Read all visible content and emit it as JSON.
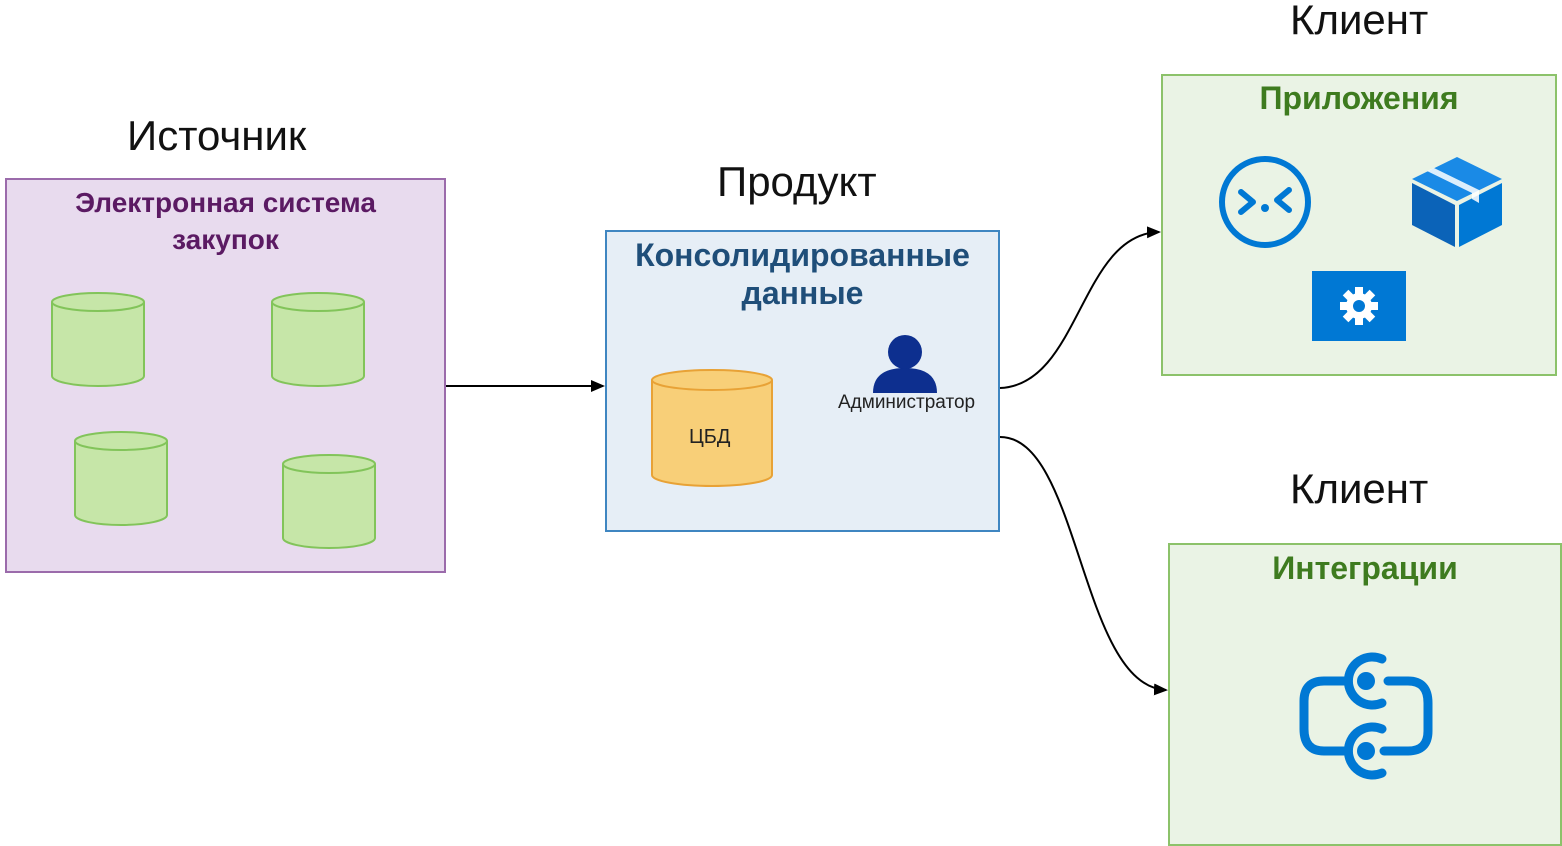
{
  "headings": {
    "source": "Источник",
    "product": "Продукт",
    "client_top": "Клиент",
    "client_bottom": "Клиент"
  },
  "source_box": {
    "title_line1": "Электронная система",
    "title_line2": "закупок",
    "databases": [
      "database-icon",
      "database-icon",
      "database-icon",
      "database-icon"
    ]
  },
  "product_box": {
    "title_line1": "Консолидированные",
    "title_line2": "данные",
    "database_label": "ЦБД",
    "admin_label": "Администратор"
  },
  "apps_box": {
    "title": "Приложения",
    "icons": [
      "remote-desktop-icon",
      "package-box-icon",
      "settings-gear-icon"
    ]
  },
  "integrations_box": {
    "title": "Интеграции",
    "icons": [
      "integration-loop-icon"
    ]
  },
  "colors": {
    "source_fill": "#e8dbee",
    "source_border": "#9b6bab",
    "source_title": "#5b1a63",
    "product_fill": "#e6eef6",
    "product_border": "#3f86c1",
    "product_title": "#1f4e79",
    "client_fill": "#eaf3e5",
    "client_border": "#8cc26a",
    "client_title": "#3e7b1f",
    "green_db": "#c6e6a8",
    "orange_db": "#f8cf78",
    "admin_icon": "#0d2f8f",
    "azure_blue": "#0078d4"
  }
}
